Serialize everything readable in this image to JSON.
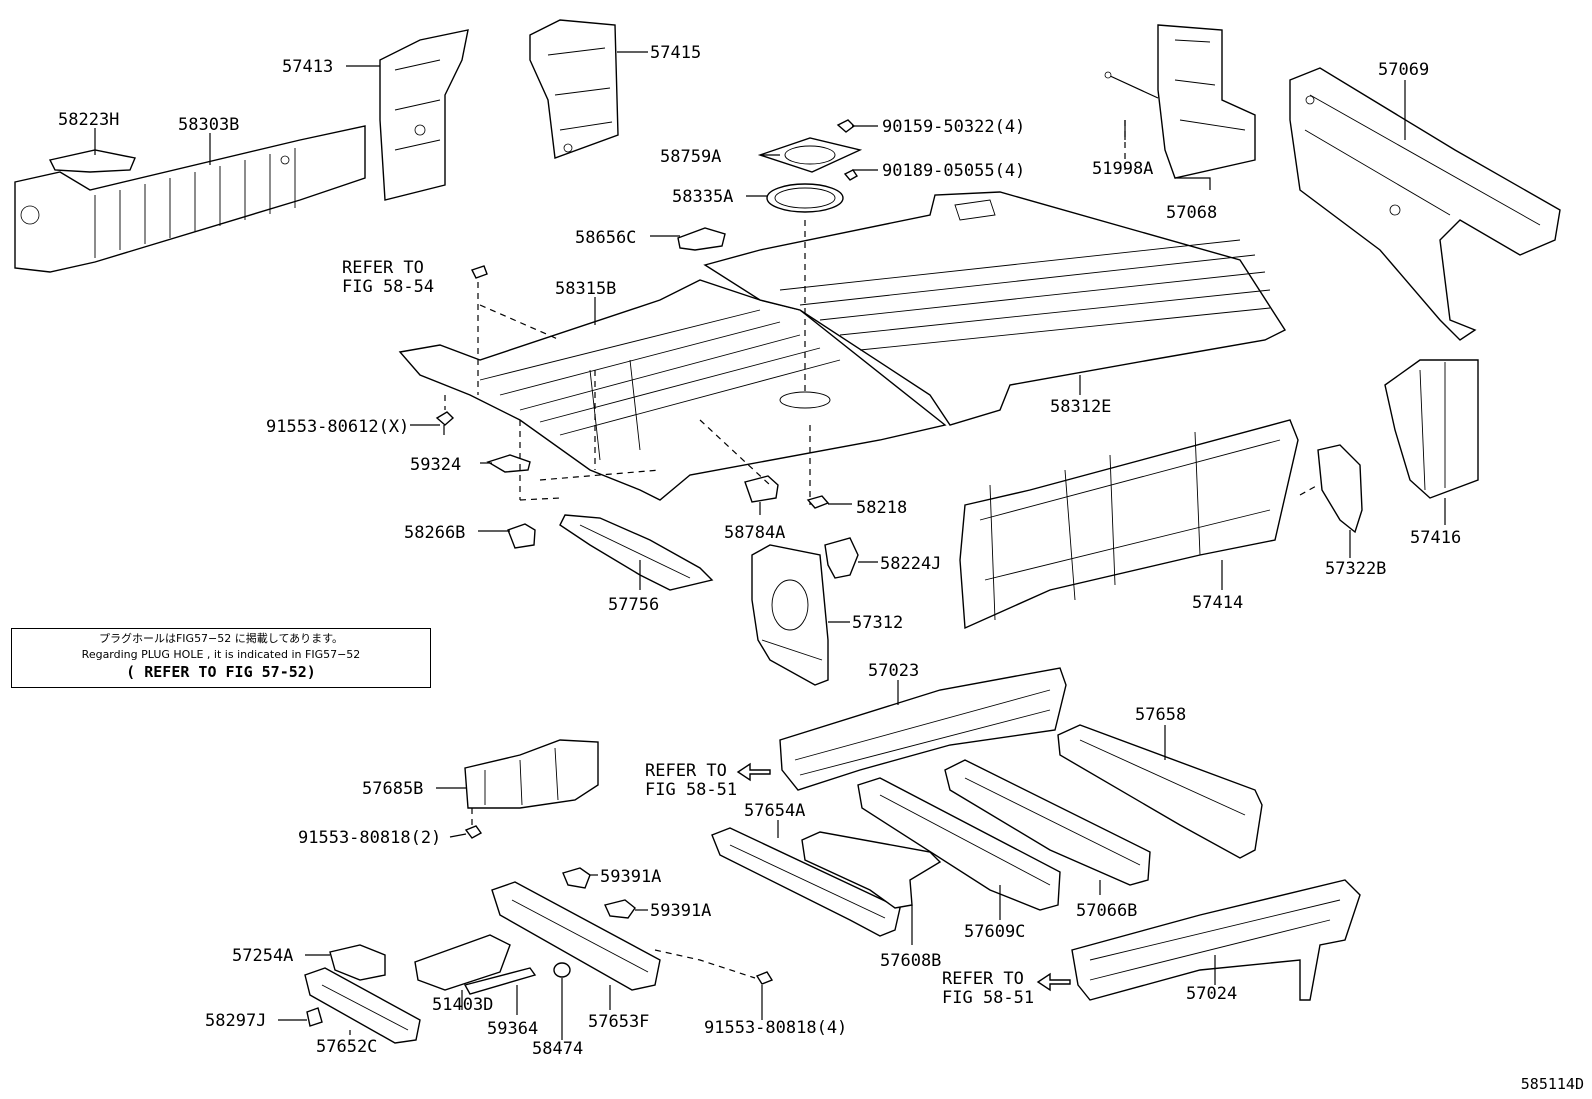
{
  "parts": {
    "p58223H": "58223H",
    "p58303B": "58303B",
    "p57413": "57413",
    "p57415": "57415",
    "p90159": "90159-50322(4)",
    "p58759A": "58759A",
    "p90189": "90189-05055(4)",
    "p58335A": "58335A",
    "p51998A": "51998A",
    "p57068": "57068",
    "p57069": "57069",
    "p58656C": "58656C",
    "p58315B": "58315B",
    "p91553a": "91553-80612(X)",
    "p59324": "59324",
    "p58312E": "58312E",
    "p58266B": "58266B",
    "p58784A": "58784A",
    "p58218": "58218",
    "p57756": "57756",
    "p58224J": "58224J",
    "p57312": "57312",
    "p57414": "57414",
    "p57322B": "57322B",
    "p57416": "57416",
    "p57023": "57023",
    "p57658": "57658",
    "p57685B": "57685B",
    "p91553b": "91553-80818(2)",
    "p57654A": "57654A",
    "p59391A1": "59391A",
    "p59391A2": "59391A",
    "p57254A": "57254A",
    "p51403D": "51403D",
    "p58297J": "58297J",
    "p57652C": "57652C",
    "p59364": "59364",
    "p58474": "58474",
    "p57653F": "57653F",
    "p91553c": "91553-80818(4)",
    "p57608B": "57608B",
    "p57609C": "57609C",
    "p57066B": "57066B",
    "p57024": "57024"
  },
  "refs": {
    "refer_to": "REFER TO",
    "fig_58_54": "FIG 58-54",
    "fig_58_51": "FIG 58-51"
  },
  "note": {
    "japanese": "プラグホールはFIG57−52 に掲載してあります。",
    "english": "Regarding PLUG HOLE , it is indicated in FIG57−52",
    "refer": "( REFER TO FIG 57-52)"
  },
  "figure_code": "585114D"
}
